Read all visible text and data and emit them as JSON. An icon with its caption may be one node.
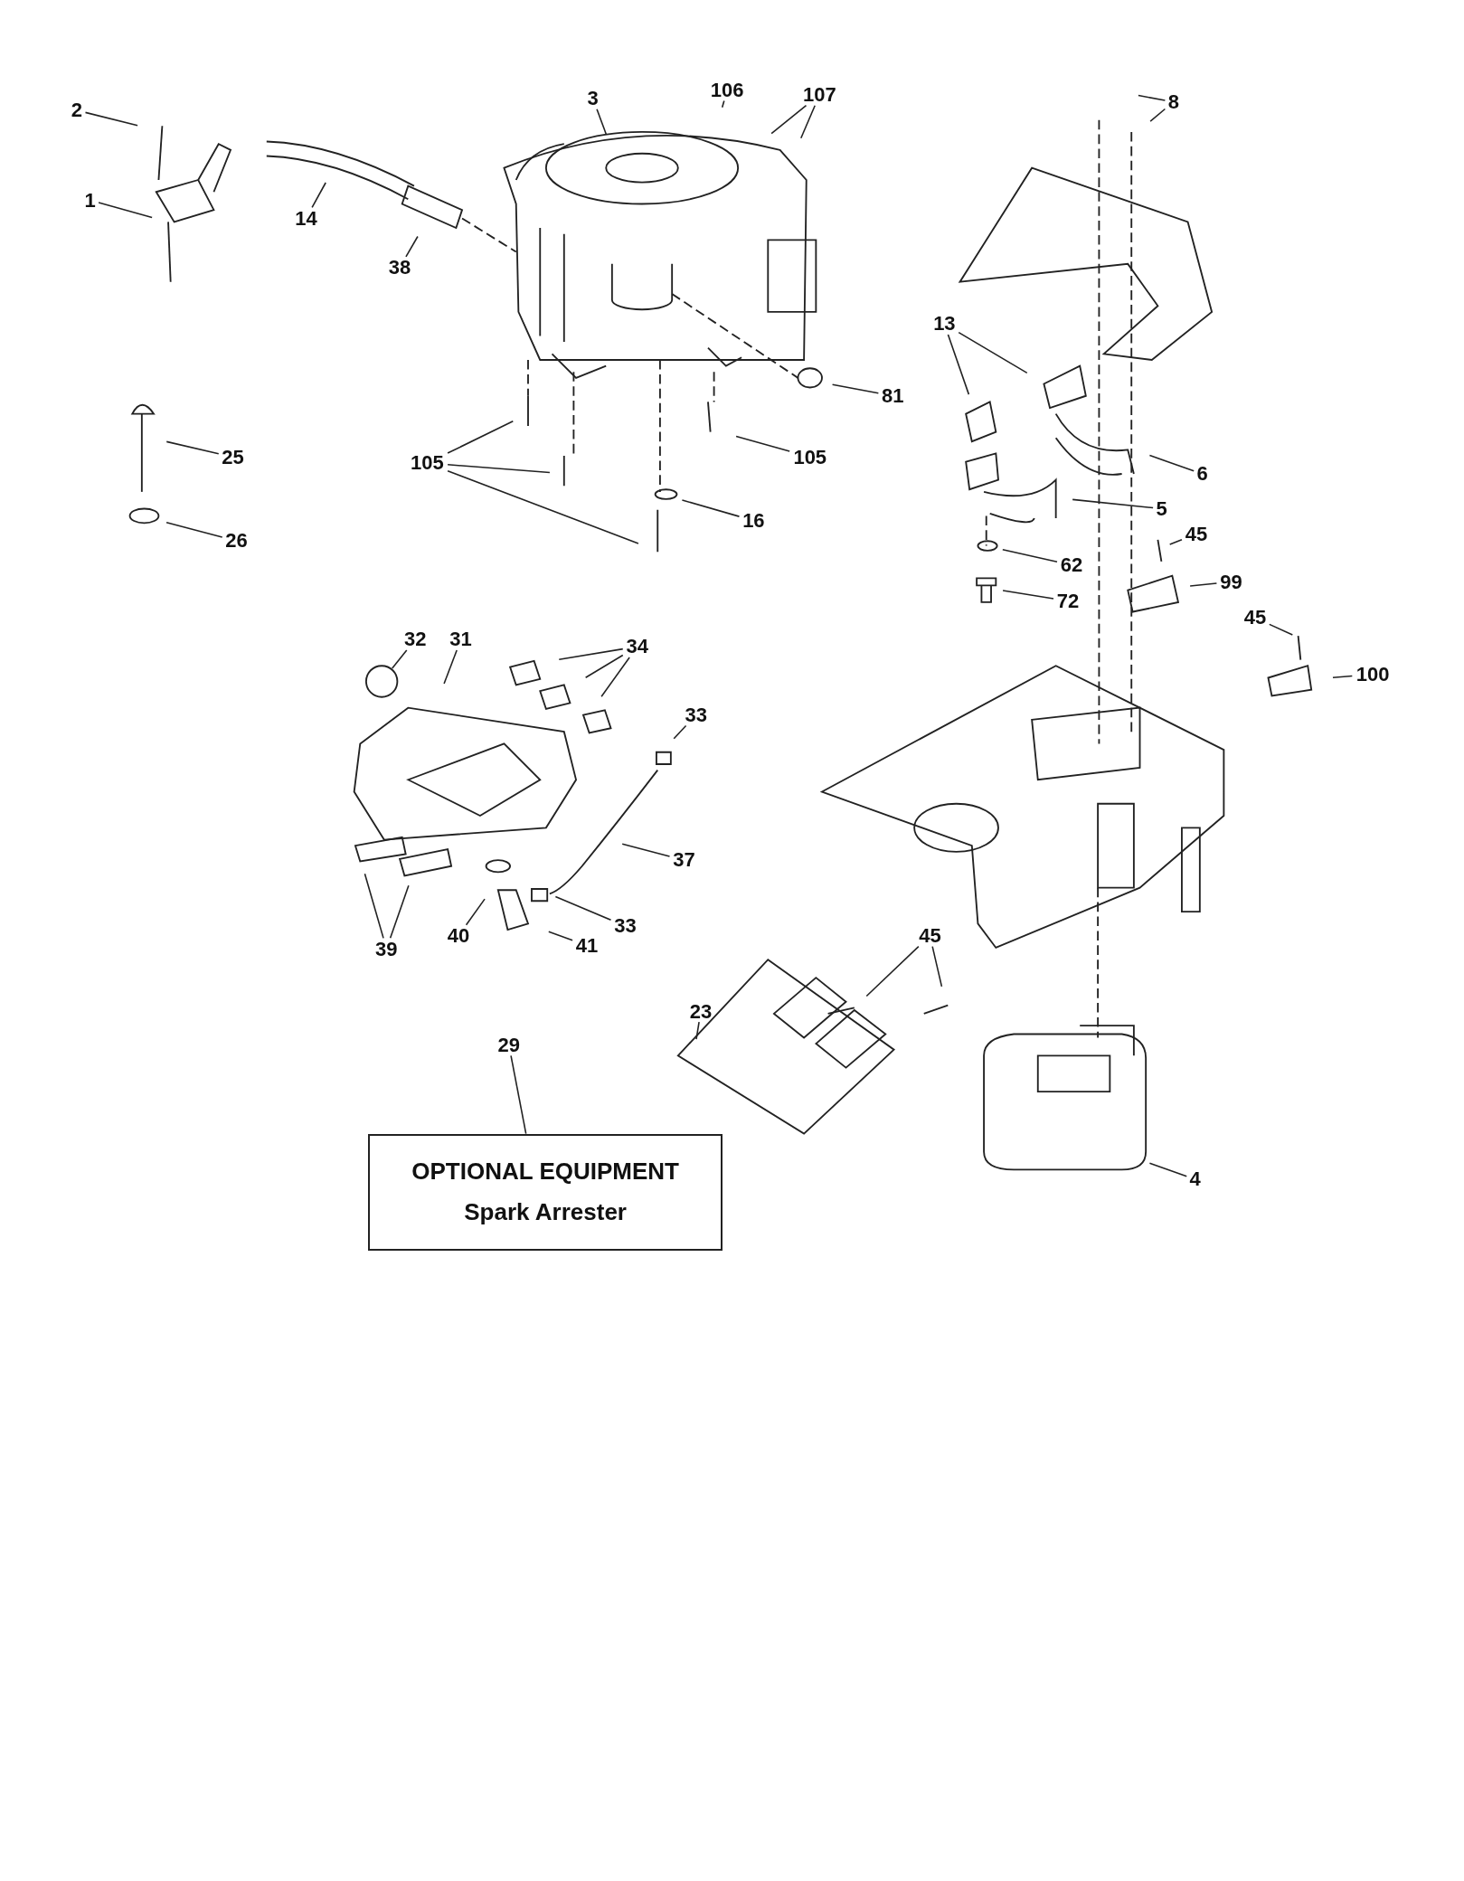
{
  "diagram": {
    "nodes": [
      {
        "text": [
          "2"
        ]
      },
      {
        "text": [
          "1"
        ]
      },
      {
        "text": [
          "14"
        ]
      },
      {
        "text": [
          "38"
        ]
      },
      {
        "text": [
          "3"
        ]
      },
      {
        "text": [
          "106"
        ]
      },
      {
        "text": [
          "107"
        ]
      },
      {
        "text": [
          "8"
        ]
      },
      {
        "text": [
          "81"
        ]
      },
      {
        "text": [
          "25"
        ]
      },
      {
        "text": [
          "26"
        ]
      },
      {
        "text": [
          "105"
        ]
      },
      {
        "text": [
          "105"
        ]
      },
      {
        "text": [
          "16"
        ]
      },
      {
        "text": [
          "13"
        ]
      },
      {
        "text": [
          "6"
        ]
      },
      {
        "text": [
          "5"
        ]
      },
      {
        "text": [
          "45"
        ]
      },
      {
        "text": [
          "62"
        ]
      },
      {
        "text": [
          "99"
        ]
      },
      {
        "text": [
          "72"
        ]
      },
      {
        "text": [
          "45"
        ]
      },
      {
        "text": [
          "100"
        ]
      },
      {
        "text": [
          "32"
        ]
      },
      {
        "text": [
          "31"
        ]
      },
      {
        "text": [
          "34"
        ]
      },
      {
        "text": [
          "33"
        ]
      },
      {
        "text": [
          "37"
        ]
      },
      {
        "text": [
          "33"
        ]
      },
      {
        "text": [
          "39"
        ]
      },
      {
        "text": [
          "40"
        ]
      },
      {
        "text": [
          "41"
        ]
      },
      {
        "text": [
          "45"
        ]
      },
      {
        "text": [
          "23"
        ]
      },
      {
        "text": [
          "29"
        ]
      },
      {
        "text": [
          "OPTIONAL EQUIPMENT",
          "Spark Arrester"
        ]
      },
      {
        "text": [
          "4"
        ]
      }
    ],
    "edges": [
      {
        "from": 0,
        "to": null,
        "arrow": "none"
      },
      {
        "from": 1,
        "to": null,
        "arrow": "none"
      },
      {
        "from": 2,
        "to": null,
        "arrow": "none"
      },
      {
        "from": 3,
        "to": null,
        "arrow": "none"
      },
      {
        "from": 4,
        "to": null,
        "arrow": "none"
      },
      {
        "from": 5,
        "to": null,
        "arrow": "none"
      },
      {
        "from": 6,
        "to": null,
        "arrow": "none"
      },
      {
        "from": 6,
        "to": null,
        "arrow": "none"
      },
      {
        "from": 7,
        "to": null,
        "arrow": "none"
      },
      {
        "from": 7,
        "to": null,
        "arrow": "none"
      },
      {
        "from": 8,
        "to": null,
        "arrow": "none"
      },
      {
        "from": 9,
        "to": null,
        "arrow": "none"
      },
      {
        "from": 10,
        "to": null,
        "arrow": "none"
      },
      {
        "from": 11,
        "to": null,
        "arrow": "none"
      },
      {
        "from": 11,
        "to": null,
        "arrow": "none"
      },
      {
        "from": 11,
        "to": null,
        "arrow": "none"
      },
      {
        "from": 12,
        "to": null,
        "arrow": "none"
      },
      {
        "from": 13,
        "to": null,
        "arrow": "none"
      },
      {
        "from": 14,
        "to": null,
        "arrow": "none"
      },
      {
        "from": 14,
        "to": null,
        "arrow": "none"
      },
      {
        "from": 15,
        "to": null,
        "arrow": "none"
      },
      {
        "from": 16,
        "to": null,
        "arrow": "none"
      },
      {
        "from": 17,
        "to": null,
        "arrow": "none"
      },
      {
        "from": 18,
        "to": null,
        "arrow": "none"
      },
      {
        "from": 19,
        "to": null,
        "arrow": "none"
      },
      {
        "from": 20,
        "to": null,
        "arrow": "none"
      },
      {
        "from": 21,
        "to": null,
        "arrow": "none"
      },
      {
        "from": 22,
        "to": null,
        "arrow": "none"
      },
      {
        "from": 23,
        "to": null,
        "arrow": "none"
      },
      {
        "from": 24,
        "to": null,
        "arrow": "none"
      },
      {
        "from": 25,
        "to": null,
        "arrow": "none"
      },
      {
        "from": 25,
        "to": null,
        "arrow": "none"
      },
      {
        "from": 25,
        "to": null,
        "arrow": "none"
      },
      {
        "from": 26,
        "to": null,
        "arrow": "none"
      },
      {
        "from": 27,
        "to": null,
        "arrow": "none"
      },
      {
        "from": 28,
        "to": null,
        "arrow": "none"
      },
      {
        "from": 29,
        "to": null,
        "arrow": "none"
      },
      {
        "from": 29,
        "to": null,
        "arrow": "none"
      },
      {
        "from": 30,
        "to": null,
        "arrow": "none"
      },
      {
        "from": 31,
        "to": null,
        "arrow": "none"
      },
      {
        "from": 32,
        "to": null,
        "arrow": "none"
      },
      {
        "from": 32,
        "to": null,
        "arrow": "none"
      },
      {
        "from": 33,
        "to": null,
        "arrow": "none"
      },
      {
        "from": 34,
        "to": 35,
        "arrow": "none"
      },
      {
        "from": 36,
        "to": null,
        "arrow": "none"
      }
    ]
  }
}
